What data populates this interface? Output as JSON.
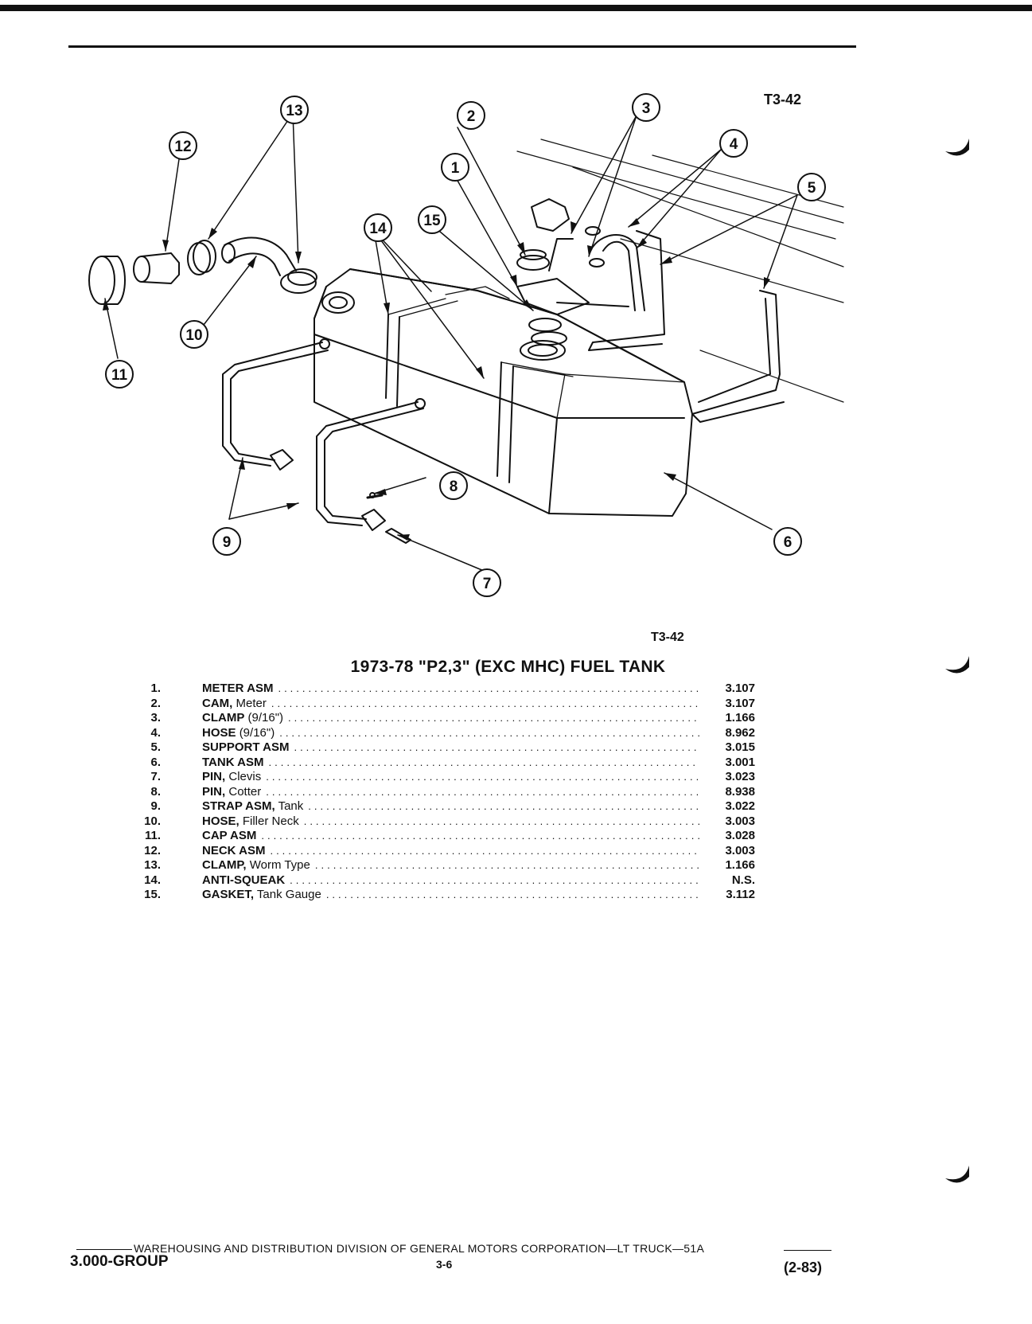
{
  "figure_code_top": "T3-42",
  "figure_code_bottom": "T3-42",
  "callouts": [
    "1",
    "2",
    "3",
    "4",
    "5",
    "6",
    "7",
    "8",
    "9",
    "10",
    "11",
    "12",
    "13",
    "14",
    "15"
  ],
  "title": "1973-78 \"P2,3\" (EXC MHC) FUEL TANK",
  "parts": [
    {
      "num": "1.",
      "name": "METER ASM",
      "desc": "",
      "ref": "3.107"
    },
    {
      "num": "2.",
      "name": "CAM,",
      "desc": "Meter",
      "ref": "3.107"
    },
    {
      "num": "3.",
      "name": "CLAMP",
      "desc": "(9/16\")",
      "ref": "1.166"
    },
    {
      "num": "4.",
      "name": "HOSE",
      "desc": "(9/16\")",
      "ref": "8.962"
    },
    {
      "num": "5.",
      "name": "SUPPORT ASM",
      "desc": "",
      "ref": "3.015"
    },
    {
      "num": "6.",
      "name": "TANK ASM",
      "desc": "",
      "ref": "3.001"
    },
    {
      "num": "7.",
      "name": "PIN,",
      "desc": "Clevis",
      "ref": "3.023"
    },
    {
      "num": "8.",
      "name": "PIN,",
      "desc": "Cotter",
      "ref": "8.938"
    },
    {
      "num": "9.",
      "name": "STRAP ASM,",
      "desc": "Tank",
      "ref": "3.022"
    },
    {
      "num": "10.",
      "name": "HOSE,",
      "desc": "Filler Neck",
      "ref": "3.003"
    },
    {
      "num": "11.",
      "name": "CAP ASM",
      "desc": "",
      "ref": "3.028"
    },
    {
      "num": "12.",
      "name": "NECK ASM",
      "desc": "",
      "ref": "3.003"
    },
    {
      "num": "13.",
      "name": "CLAMP,",
      "desc": "Worm Type",
      "ref": "1.166"
    },
    {
      "num": "14.",
      "name": "ANTI-SQUEAK",
      "desc": "",
      "ref": "N.S."
    },
    {
      "num": "15.",
      "name": "GASKET,",
      "desc": "Tank Gauge",
      "ref": "3.112"
    }
  ],
  "footer": {
    "line": "WAREHOUSING AND DISTRIBUTION DIVISION OF GENERAL MOTORS CORPORATION—LT TRUCK—51A",
    "group": "3.000-GROUP",
    "page": "3-6",
    "date": "(2-83)"
  }
}
